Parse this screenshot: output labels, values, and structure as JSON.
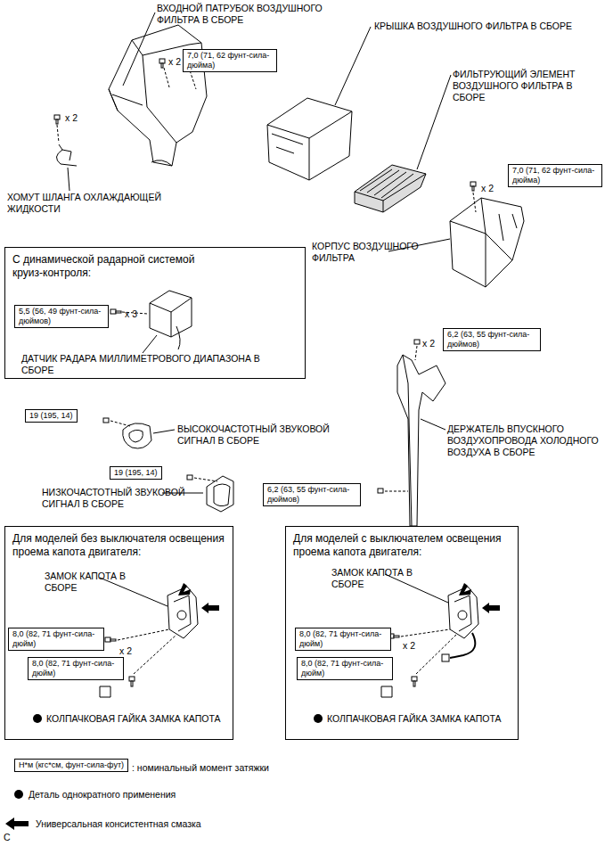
{
  "diagram": {
    "nodes": [
      {
        "text": [
          "7,0 (71, 62 фунт-сила-дюйма)"
        ]
      },
      {
        "text": [
          "7,0 (71, 62 фунт-сила-дюйма)"
        ]
      },
      {
        "text": [
          "С динамической радарной системой круиз-контроля:"
        ]
      },
      {
        "text": [
          "5,5 (56, 49 фунт-сила-дюймов)"
        ],
        "in": 2
      },
      {
        "text": [
          "6,2 (63, 55 фунт-сила-дюймов)"
        ]
      },
      {
        "text": [
          "19 (195, 14)"
        ]
      },
      {
        "text": [
          "19 (195, 14)"
        ]
      },
      {
        "text": [
          "6,2 (63, 55 фунт-сила-дюймов)"
        ]
      },
      {
        "text": [
          "Для моделей без выключателя освещения проема капота двигателя:"
        ]
      },
      {
        "text": [
          "8,0 (82, 71 фунт-сила-дюйм)"
        ],
        "in": 8
      },
      {
        "text": [
          "8,0 (82, 71 фунт-сила-дюйм)"
        ],
        "in": 8
      },
      {
        "text": [
          "Для моделей с выключателем освещения проема капота двигателя:"
        ]
      },
      {
        "text": [
          "8,0 (82, 71 фунт-сила-дюйм)"
        ],
        "in": 11
      },
      {
        "text": [
          "8,0 (82, 71 фунт-сила-дюйм)"
        ],
        "in": 11
      },
      {
        "text": [
          "Н*м (кгс*см, фунт-сила-фут)"
        ]
      }
    ],
    "labels": [
      "ВХОДНОЙ ПАТРУБОК ВОЗДУШНОГО ФИЛЬТРА В СБОРЕ",
      "x 2",
      "КРЫШКА ВОЗДУШНОГО ФИЛЬТРА В СБОРЕ",
      "ФИЛЬТРУЮЩИЙ ЭЛЕМЕНТ ВОЗДУШНОГО ФИЛЬТРА В СБОРЕ",
      "x 2",
      "ХОМУТ ШЛАНГА ОХЛАЖДАЮЩЕЙ ЖИДКОСТИ",
      "x 2",
      "КОРПУС ВОЗДУШНОГО ФИЛЬТРА",
      "x 3",
      "ДАТЧИК РАДАРА МИЛЛИМЕТРОВОГО ДИАПАЗОНА В СБОРЕ",
      "x 2",
      "ВЫСОКОЧАСТОТНЫЙ ЗВУКОВОЙ СИГНАЛ В СБОРЕ",
      "ДЕРЖАТЕЛЬ ВПУСКНОГО ВОЗДУХОПРОВОДА ХОЛОДНОГО ВОЗДУХА В СБОРЕ",
      "НИЗКОЧАСТОТНЫЙ ЗВУКОВОЙ СИГНАЛ В СБОРЕ",
      "ЗАМОК КАПОТА В СБОРЕ",
      "x 2",
      "КОЛПАЧКОВАЯ ГАЙКА ЗАМКА КАПОТА",
      "ЗАМОК КАПОТА В СБОРЕ",
      "x 2",
      "КОЛПАЧКОВАЯ ГАЙКА ЗАМКА КАПОТА",
      "C"
    ],
    "legend": [
      {
        "text": ": номинальный момент затяжки"
      },
      {
        "text": "Деталь однократного применения",
        "color": "#000000"
      },
      {
        "text": "Универсальная консистентная смазка"
      }
    ]
  }
}
